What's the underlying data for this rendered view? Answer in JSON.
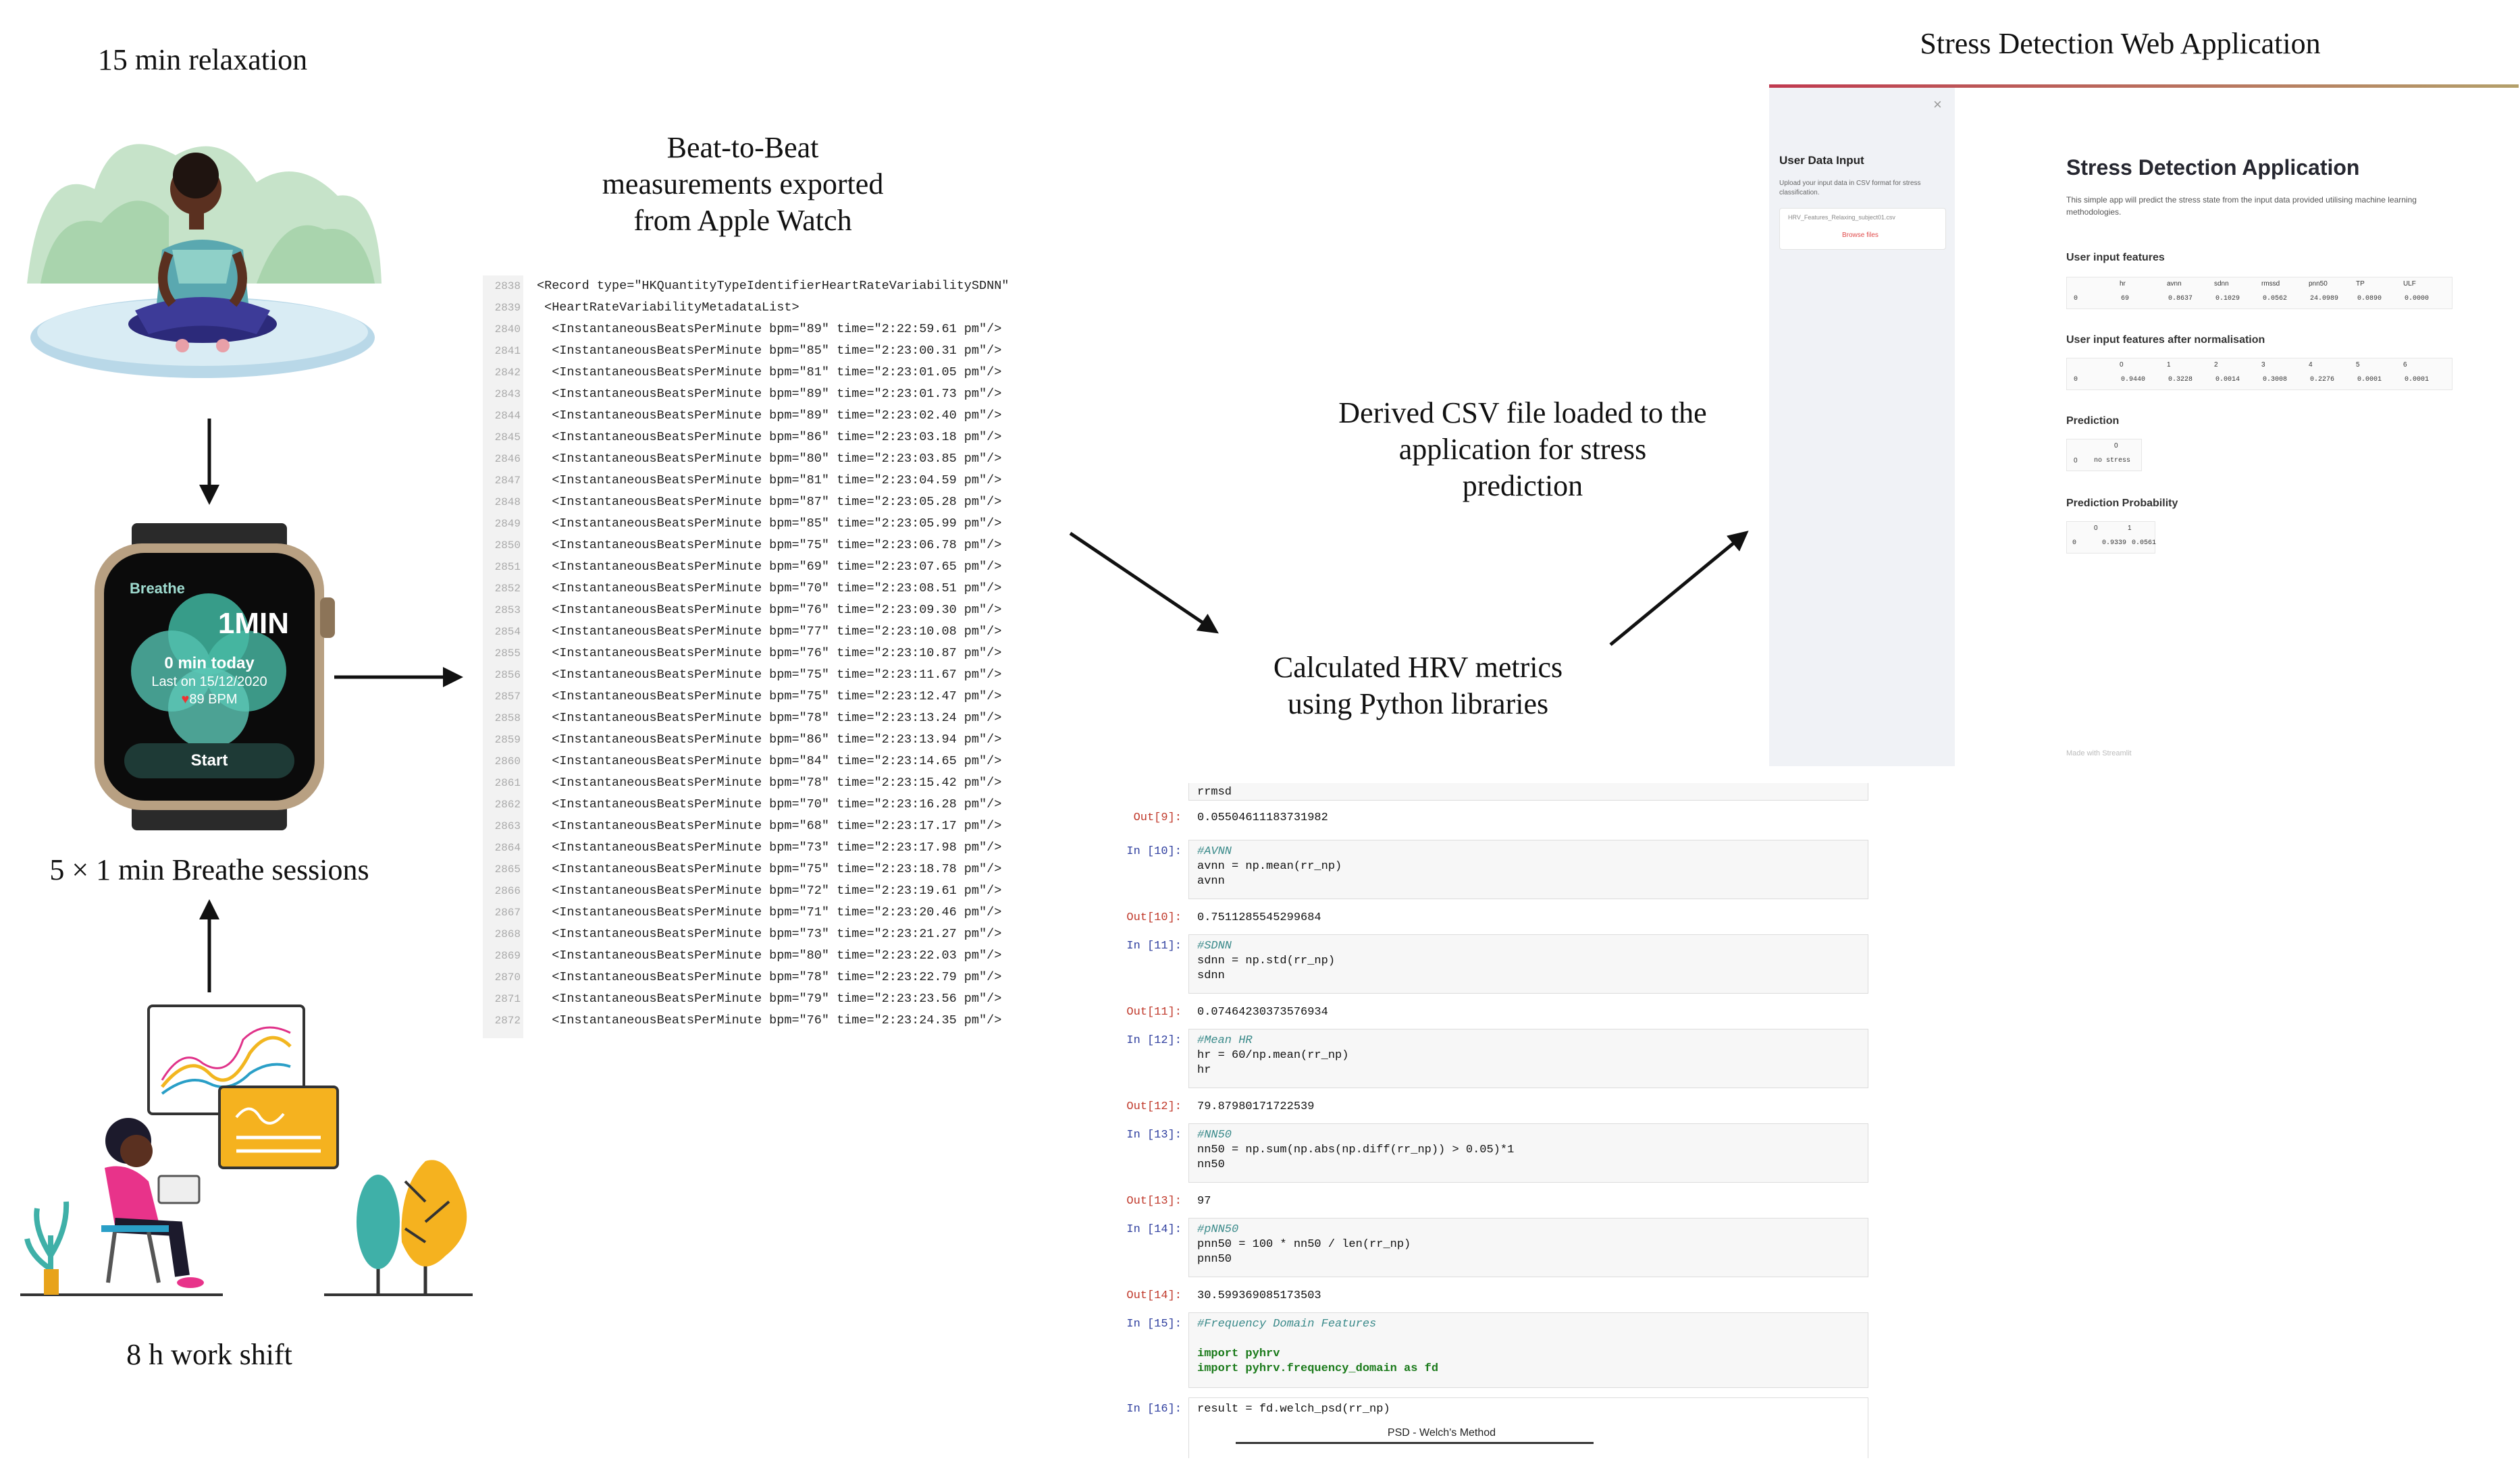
{
  "labels": {
    "relaxation": "15 min relaxation",
    "breathe_sessions": "5 × 1 min Breathe sessions",
    "work_shift": "8 h work shift",
    "beat_to_beat": [
      "Beat-to-Beat",
      "measurements exported",
      "from Apple Watch"
    ],
    "derived_csv": [
      "Derived CSV file loaded to the",
      "application for stress",
      "prediction"
    ],
    "calculated_hrv": [
      "Calculated HRV metrics",
      "using Python libraries"
    ],
    "web_app_title": "Stress Detection Web Application"
  },
  "watch": {
    "app": "Breathe",
    "duration": "1MIN",
    "today": "0 min today",
    "last_on": "Last on 15/12/2020",
    "bpm": "89 BPM",
    "start": "Start"
  },
  "xml": {
    "header_lines": [
      {
        "n": "2838",
        "text": "<Record type=\"HKQuantityTypeIdentifierHeartRateVariabilitySDNN\""
      },
      {
        "n": "2839",
        "text": " <HeartRateVariabilityMetadataList>"
      }
    ],
    "beats": [
      {
        "n": "2840",
        "bpm": "89",
        "time": "2:22:59.61 pm"
      },
      {
        "n": "2841",
        "bpm": "85",
        "time": "2:23:00.31 pm"
      },
      {
        "n": "2842",
        "bpm": "81",
        "time": "2:23:01.05 pm"
      },
      {
        "n": "2843",
        "bpm": "89",
        "time": "2:23:01.73 pm"
      },
      {
        "n": "2844",
        "bpm": "89",
        "time": "2:23:02.40 pm"
      },
      {
        "n": "2845",
        "bpm": "86",
        "time": "2:23:03.18 pm"
      },
      {
        "n": "2846",
        "bpm": "80",
        "time": "2:23:03.85 pm"
      },
      {
        "n": "2847",
        "bpm": "81",
        "time": "2:23:04.59 pm"
      },
      {
        "n": "2848",
        "bpm": "87",
        "time": "2:23:05.28 pm"
      },
      {
        "n": "2849",
        "bpm": "85",
        "time": "2:23:05.99 pm"
      },
      {
        "n": "2850",
        "bpm": "75",
        "time": "2:23:06.78 pm"
      },
      {
        "n": "2851",
        "bpm": "69",
        "time": "2:23:07.65 pm"
      },
      {
        "n": "2852",
        "bpm": "70",
        "time": "2:23:08.51 pm"
      },
      {
        "n": "2853",
        "bpm": "76",
        "time": "2:23:09.30 pm"
      },
      {
        "n": "2854",
        "bpm": "77",
        "time": "2:23:10.08 pm"
      },
      {
        "n": "2855",
        "bpm": "76",
        "time": "2:23:10.87 pm"
      },
      {
        "n": "2856",
        "bpm": "75",
        "time": "2:23:11.67 pm"
      },
      {
        "n": "2857",
        "bpm": "75",
        "time": "2:23:12.47 pm"
      },
      {
        "n": "2858",
        "bpm": "78",
        "time": "2:23:13.24 pm"
      },
      {
        "n": "2859",
        "bpm": "86",
        "time": "2:23:13.94 pm"
      },
      {
        "n": "2860",
        "bpm": "84",
        "time": "2:23:14.65 pm"
      },
      {
        "n": "2861",
        "bpm": "78",
        "time": "2:23:15.42 pm"
      },
      {
        "n": "2862",
        "bpm": "70",
        "time": "2:23:16.28 pm"
      },
      {
        "n": "2863",
        "bpm": "68",
        "time": "2:23:17.17 pm"
      },
      {
        "n": "2864",
        "bpm": "73",
        "time": "2:23:17.98 pm"
      },
      {
        "n": "2865",
        "bpm": "75",
        "time": "2:23:18.78 pm"
      },
      {
        "n": "2866",
        "bpm": "72",
        "time": "2:23:19.61 pm"
      },
      {
        "n": "2867",
        "bpm": "71",
        "time": "2:23:20.46 pm"
      },
      {
        "n": "2868",
        "bpm": "73",
        "time": "2:23:21.27 pm"
      },
      {
        "n": "2869",
        "bpm": "80",
        "time": "2:23:22.03 pm"
      },
      {
        "n": "2870",
        "bpm": "78",
        "time": "2:23:22.79 pm"
      },
      {
        "n": "2871",
        "bpm": "79",
        "time": "2:23:23.56 pm"
      },
      {
        "n": "2872",
        "bpm": "76",
        "time": "2:23:24.35 pm"
      }
    ]
  },
  "notebook": {
    "top_out": "rrmsd",
    "out9_prompt": "Out[9]:",
    "out9": "0.05504611183731982",
    "in10_prompt": "In [10]:",
    "in10_comment": "#AVNN",
    "in10_code": "avnn = np.mean(rr_np)",
    "in10_var": "avnn",
    "out10_prompt": "Out[10]:",
    "out10": "0.7511285545299684",
    "in11_prompt": "In [11]:",
    "in11_comment": "#SDNN",
    "in11_code": "sdnn = np.std(rr_np)",
    "in11_var": "sdnn",
    "out11_prompt": "Out[11]:",
    "out11": "0.07464230373576934",
    "in12_prompt": "In [12]:",
    "in12_comment": "#Mean HR",
    "in12_code": "hr = 60/np.mean(rr_np)",
    "in12_var": "hr",
    "out12_prompt": "Out[12]:",
    "out12": "79.87980171722539",
    "in13_prompt": "In [13]:",
    "in13_comment": "#NN50",
    "in13_code": "nn50 = np.sum(np.abs(np.diff(rr_np)) > 0.05)*1",
    "in13_var": "nn50",
    "out13_prompt": "Out[13]:",
    "out13": "97",
    "in14_prompt": "In [14]:",
    "in14_comment": "#pNN50",
    "in14_code": "pnn50 = 100 * nn50 / len(rr_np)",
    "in14_var": "pnn50",
    "out14_prompt": "Out[14]:",
    "out14": "30.599369085173503",
    "in15_prompt": "In [15]:",
    "in15_comment": "#Frequency Domain Features",
    "in15_import1": "import pyhrv",
    "in15_import2": "import pyhrv.frequency_domain as fd",
    "in16_prompt": "In [16]:",
    "in16_code": "result = fd.welch_psd(rr_np)",
    "plot_title": "PSD - Welch's Method"
  },
  "webapp": {
    "sidebar_title": "User Data Input",
    "sidebar_text": "Upload your input data in CSV format for stress classification.",
    "sidebar_file": "HRV_Features_Relaxing_subject01.csv",
    "sidebar_browse": "Browse files",
    "title": "Stress Detection Application",
    "description": "This simple app will predict the stress state from the input data provided utilising machine learning methodologies.",
    "section_input": "User input features",
    "input_headers": [
      "hr",
      "avnn",
      "sdnn",
      "rmssd",
      "pnn50",
      "TP",
      "ULF"
    ],
    "input_values": [
      "0",
      "69",
      "0.8637",
      "0.1029",
      "0.0562",
      "24.0989",
      "0.0890",
      "0.0000"
    ],
    "section_norm": "User input features after normalisation",
    "norm_headers": [
      "0",
      "1",
      "2",
      "3",
      "4",
      "5",
      "6"
    ],
    "norm_values": [
      "0",
      "0.9440",
      "0.3228",
      "0.0014",
      "0.3008",
      "0.2276",
      "0.0001",
      "0.0001"
    ],
    "section_pred": "Prediction",
    "pred_header": "0",
    "pred_value": "no stress",
    "section_prob": "Prediction Probability",
    "prob_headers": [
      "0",
      "1"
    ],
    "prob_values": [
      "0",
      "0.9339",
      "0.0561"
    ],
    "footer": "Made with Streamlit"
  }
}
